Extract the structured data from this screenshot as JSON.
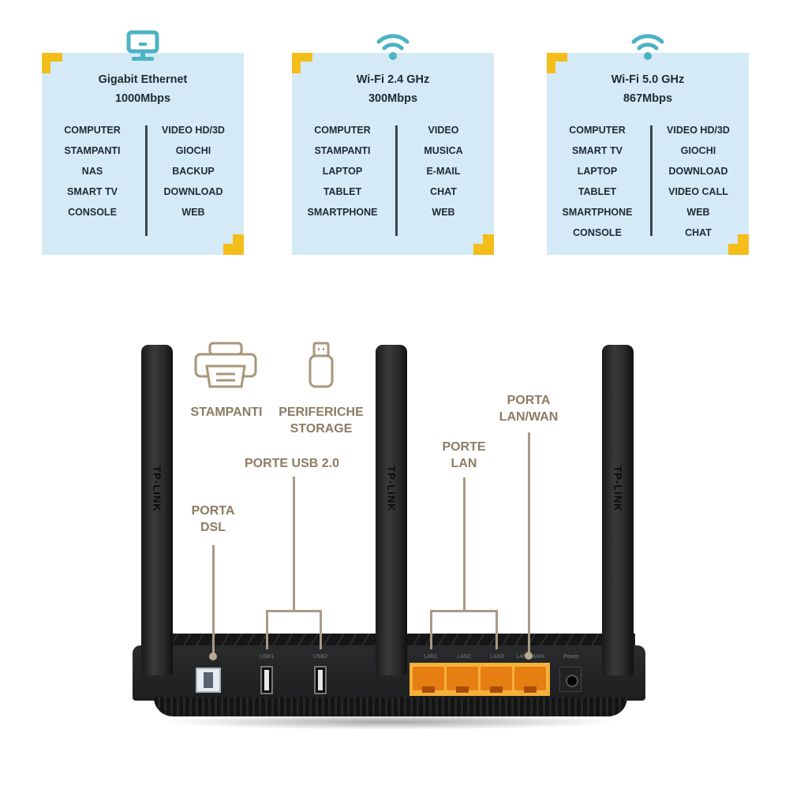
{
  "panels": [
    {
      "icon": "monitor-network-icon",
      "title_line1": "Gigabit Ethernet",
      "title_line2": "1000Mbps",
      "left": [
        "COMPUTER",
        "STAMPANTI",
        "NAS",
        "SMART TV",
        "CONSOLE"
      ],
      "right": [
        "VIDEO HD/3D",
        "GIOCHI",
        "BACKUP",
        "DOWNLOAD",
        "WEB"
      ]
    },
    {
      "icon": "wifi-icon",
      "title_line1": "Wi-Fi 2.4 GHz",
      "title_line2": "300Mbps",
      "left": [
        "COMPUTER",
        "STAMPANTI",
        "LAPTOP",
        "TABLET",
        "SMARTPHONE"
      ],
      "right": [
        "VIDEO",
        "MUSICA",
        "E-MAIL",
        "CHAT",
        "WEB"
      ]
    },
    {
      "icon": "wifi-icon",
      "title_line1": "Wi-Fi 5.0 GHz",
      "title_line2": "867Mbps",
      "left": [
        "COMPUTER",
        "SMART TV",
        "LAPTOP",
        "TABLET",
        "SMARTPHONE",
        "CONSOLE"
      ],
      "right": [
        "VIDEO HD/3D",
        "GIOCHI",
        "DOWNLOAD",
        "VIDEO CALL",
        "WEB",
        "CHAT"
      ]
    }
  ],
  "router": {
    "antenna_brand": "TP-LINK",
    "callouts": {
      "printer": "STAMPANTI",
      "storage_line1": "PERIFERICHE",
      "storage_line2": "STORAGE",
      "usb": "PORTE USB 2.0",
      "dsl_line1": "PORTA",
      "dsl_line2": "DSL",
      "lan_line1": "PORTE",
      "lan_line2": "LAN",
      "wan_line1": "PORTA",
      "wan_line2": "LAN/WAN"
    },
    "port_labels": {
      "usb1": "USB1",
      "usb2": "USB2",
      "lan1": "LAN1",
      "lan2": "LAN2",
      "lan3": "LAN3",
      "lan4": "LAN4/WAN",
      "power": "Power"
    }
  },
  "colors": {
    "panel_bg": "#d4ebf7",
    "corner_accent": "#f3bd1a",
    "icon_teal": "#4bb3c4",
    "callout_brown": "#8d7b63",
    "lan_orange": "#f5b13c"
  }
}
